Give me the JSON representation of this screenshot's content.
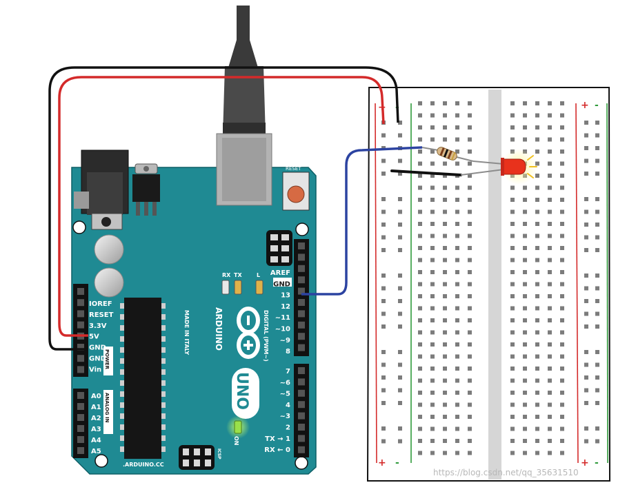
{
  "board": {
    "model": "UNO",
    "brand": "ARDUINO",
    "made_in": "MADE IN ITALY",
    "website": ".ARDUINO.CC",
    "reset_label": "RESET",
    "led_labels": [
      "RX",
      "TX",
      "L"
    ],
    "on_label": "ON",
    "icsp_label": "ICSP",
    "digital_caption": "DIGITAL (PWM~)",
    "power_caption": "POWER",
    "analog_caption": "ANALOG IN",
    "digital_pins_upper": [
      "AREF",
      "GND",
      "13",
      "12",
      "~11",
      "~10",
      "~9",
      "8"
    ],
    "digital_pins_lower": [
      "7",
      "~6",
      "~5",
      "4",
      "~3",
      "2",
      "TX → 1",
      "RX ← 0"
    ],
    "power_pins": [
      "IOREF",
      "RESET",
      "3.3V",
      "5V",
      "GND",
      "GND",
      "Vin"
    ],
    "analog_pins": [
      "A0",
      "A1",
      "A2",
      "A3",
      "A4",
      "A5"
    ]
  },
  "breadboard": {
    "rail_plus": "+",
    "rail_minus": "-"
  },
  "colors": {
    "board": "#1f8a93",
    "red_wire": "#d42a2a",
    "black_wire": "#111111",
    "blue_wire": "#2c43a1",
    "led": "#e8321c"
  },
  "watermark": "https://blog.csdn.net/qq_35631510"
}
